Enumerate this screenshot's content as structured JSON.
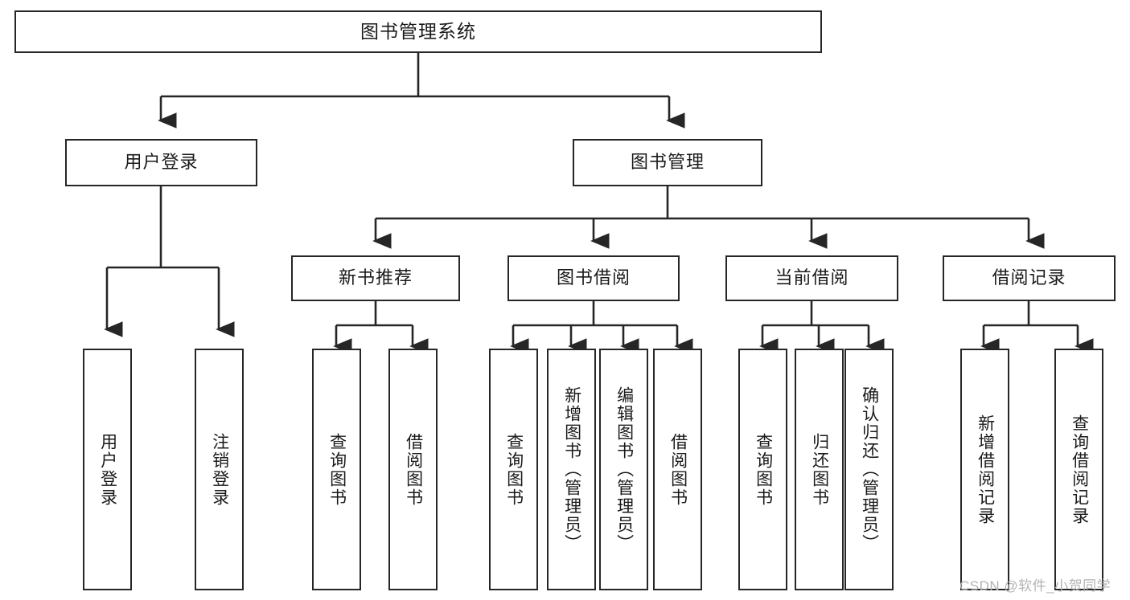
{
  "diagram": {
    "title": "图书管理系统",
    "type": "tree-functional-structure",
    "watermark": "CSDN @软件_小贺同学",
    "accent_color": "#262626",
    "background_color": "#ffffff",
    "nodes": {
      "root": {
        "label": "图书管理系统"
      },
      "level1": [
        {
          "id": "user-login",
          "label": "用户登录"
        },
        {
          "id": "book-manage",
          "label": "图书管理"
        }
      ],
      "level2": [
        {
          "id": "new-book-recommend",
          "label": "新书推荐",
          "parent": "book-manage"
        },
        {
          "id": "book-borrow",
          "label": "图书借阅",
          "parent": "book-manage"
        },
        {
          "id": "current-borrow",
          "label": "当前借阅",
          "parent": "book-manage"
        },
        {
          "id": "borrow-record",
          "label": "借阅记录",
          "parent": "book-manage"
        }
      ],
      "leaves": [
        {
          "id": "leaf-user-login",
          "label": "用户登录",
          "parent": "user-login"
        },
        {
          "id": "leaf-logout-login",
          "label": "注销登录",
          "parent": "user-login"
        },
        {
          "id": "leaf-query-book-1",
          "label": "查询图书",
          "parent": "new-book-recommend"
        },
        {
          "id": "leaf-borrow-book-1",
          "label": "借阅图书",
          "parent": "new-book-recommend"
        },
        {
          "id": "leaf-query-book-2",
          "label": "查询图书",
          "parent": "book-borrow"
        },
        {
          "id": "leaf-add-book",
          "label": "新增图书（管理员）",
          "parent": "book-borrow"
        },
        {
          "id": "leaf-edit-book",
          "label": "编辑图书（管理员）",
          "parent": "book-borrow"
        },
        {
          "id": "leaf-borrow-book-2",
          "label": "借阅图书",
          "parent": "book-borrow"
        },
        {
          "id": "leaf-query-book-3",
          "label": "查询图书",
          "parent": "current-borrow"
        },
        {
          "id": "leaf-return-book",
          "label": "归还图书",
          "parent": "current-borrow"
        },
        {
          "id": "leaf-confirm-return",
          "label": "确认归还（管理员）",
          "parent": "current-borrow"
        },
        {
          "id": "leaf-add-record",
          "label": "新增借阅记录",
          "parent": "borrow-record"
        },
        {
          "id": "leaf-query-record",
          "label": "查询借阅记录",
          "parent": "borrow-record"
        }
      ]
    }
  }
}
